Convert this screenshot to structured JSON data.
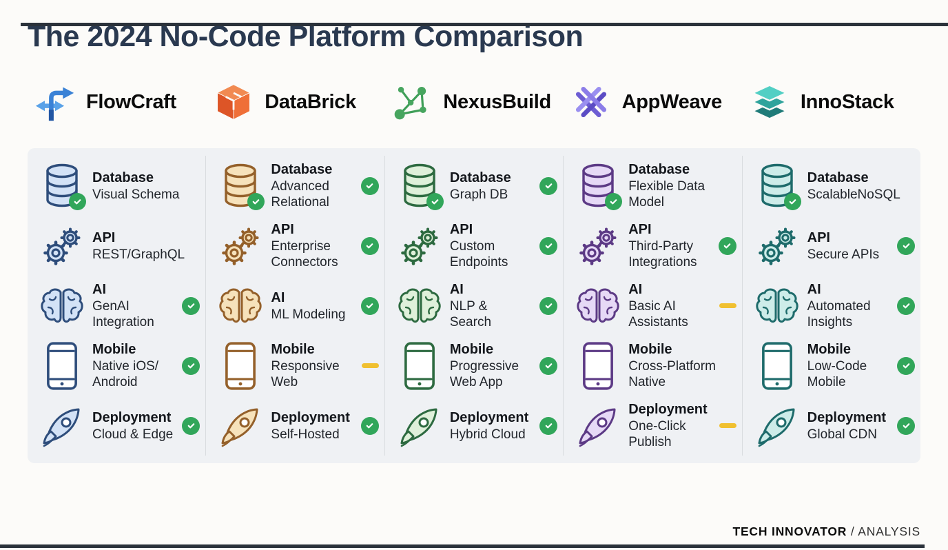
{
  "title": "The 2024 No-Code Platform Comparison",
  "footer": {
    "brand": "TECH INNOVATOR",
    "separator": "/",
    "label": "ANALYSIS"
  },
  "colors": {
    "check_green": "#31a65a",
    "dash_yellow": "#f0c030",
    "card_background": "#eff1f4",
    "title_text": "#2a3950"
  },
  "row_icon_names": [
    "database-icon",
    "api-gears-icon",
    "ai-brain-icon",
    "mobile-phone-icon",
    "deployment-rocket-icon"
  ],
  "platforms": [
    {
      "name": "FlowCraft",
      "logo": "flowcraft",
      "icon_stroke": "#2e4d7b",
      "icon_fill": "#d3e2f6",
      "features": [
        {
          "category": "Database",
          "value": "Visual Schema",
          "status": "none",
          "badge_on_icon": true
        },
        {
          "category": "API",
          "value": "REST/GraphQL",
          "status": "none",
          "badge_on_icon": false
        },
        {
          "category": "AI",
          "value": "GenAI Integration",
          "status": "check",
          "badge_on_icon": false
        },
        {
          "category": "Mobile",
          "value": "Native iOS/ Android",
          "status": "check",
          "badge_on_icon": false
        },
        {
          "category": "Deployment",
          "value": "Cloud & Edge",
          "status": "check",
          "badge_on_icon": false
        }
      ]
    },
    {
      "name": "DataBrick",
      "logo": "databrick",
      "icon_stroke": "#94602a",
      "icon_fill": "#f6e2bb",
      "features": [
        {
          "category": "Database",
          "value": "Advanced Relational",
          "status": "check",
          "badge_on_icon": true
        },
        {
          "category": "API",
          "value": "Enterprise Connectors",
          "status": "check",
          "badge_on_icon": false
        },
        {
          "category": "AI",
          "value": "ML Modeling",
          "status": "check",
          "badge_on_icon": false
        },
        {
          "category": "Mobile",
          "value": "Responsive Web",
          "status": "dash",
          "badge_on_icon": false
        },
        {
          "category": "Deployment",
          "value": "Self-Hosted",
          "status": "check",
          "badge_on_icon": false
        }
      ]
    },
    {
      "name": "NexusBuild",
      "logo": "nexusbuild",
      "icon_stroke": "#2d6a40",
      "icon_fill": "#dff0da",
      "features": [
        {
          "category": "Database",
          "value": "Graph DB",
          "status": "check",
          "badge_on_icon": true
        },
        {
          "category": "API",
          "value": "Custom Endpoints",
          "status": "check",
          "badge_on_icon": false
        },
        {
          "category": "AI",
          "value": "NLP & Search",
          "status": "check",
          "badge_on_icon": false
        },
        {
          "category": "Mobile",
          "value": "Progressive Web App",
          "status": "check",
          "badge_on_icon": false
        },
        {
          "category": "Deployment",
          "value": "Hybrid Cloud",
          "status": "check",
          "badge_on_icon": false
        }
      ]
    },
    {
      "name": "AppWeave",
      "logo": "appweave",
      "icon_stroke": "#5c3a85",
      "icon_fill": "#e6d9f6",
      "features": [
        {
          "category": "Database",
          "value": "Flexible Data Model",
          "status": "none",
          "badge_on_icon": true
        },
        {
          "category": "API",
          "value": "Third-Party Integrations",
          "status": "check",
          "badge_on_icon": false
        },
        {
          "category": "AI",
          "value": "Basic AI Assistants",
          "status": "dash",
          "badge_on_icon": false
        },
        {
          "category": "Mobile",
          "value": "Cross-Platform Native",
          "status": "none",
          "badge_on_icon": false
        },
        {
          "category": "Deployment",
          "value": "One-Click Publish",
          "status": "dash",
          "badge_on_icon": false
        }
      ]
    },
    {
      "name": "InnoStack",
      "logo": "innostack",
      "icon_stroke": "#1e6b6b",
      "icon_fill": "#cdece9",
      "features": [
        {
          "category": "Database",
          "value": "ScalableNoSQL",
          "status": "none",
          "badge_on_icon": true
        },
        {
          "category": "API",
          "value": "Secure APIs",
          "status": "check",
          "badge_on_icon": false
        },
        {
          "category": "AI",
          "value": "Automated Insights",
          "status": "check",
          "badge_on_icon": false
        },
        {
          "category": "Mobile",
          "value": "Low-Code Mobile",
          "status": "check",
          "badge_on_icon": false
        },
        {
          "category": "Deployment",
          "value": "Global CDN",
          "status": "check",
          "badge_on_icon": false
        }
      ]
    }
  ]
}
